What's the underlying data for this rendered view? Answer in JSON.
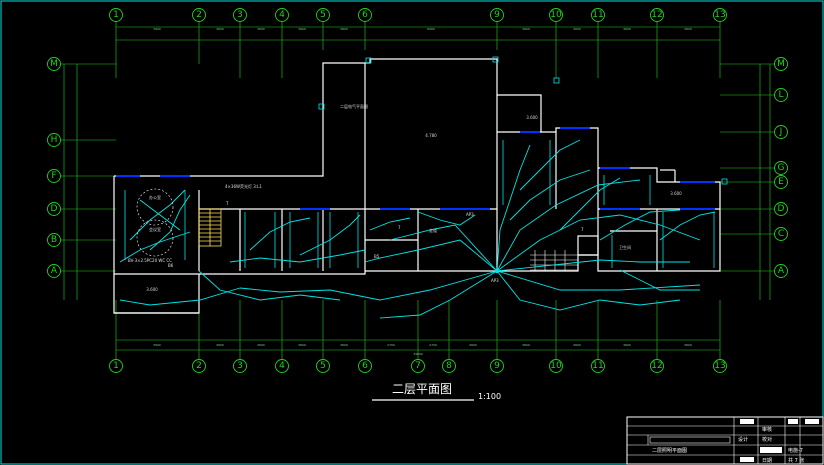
{
  "drawing": {
    "title": "二层平面图",
    "scale": "1:100",
    "grid_columns": [
      "1",
      "2",
      "3",
      "4",
      "5",
      "6",
      "9",
      "10",
      "11",
      "12",
      "13"
    ],
    "grid_columns_bottom": [
      "1",
      "2",
      "3",
      "4",
      "5",
      "6",
      "7",
      "8",
      "9",
      "10",
      "11",
      "12",
      "13"
    ],
    "grid_rows_left": [
      "M",
      "H",
      "F",
      "D",
      "B",
      "A"
    ],
    "grid_rows_right": [
      "M",
      "L",
      "J",
      "G",
      "E",
      "D",
      "C",
      "A"
    ],
    "labels": {
      "ap3": "AP3",
      "ap_bottom": "AP3",
      "room_stair_note": "T",
      "mid_7": "7",
      "right_7": "7",
      "b6": "B6",
      "b5": "B5",
      "tl_room1": "办公室",
      "tl_room2": "会议室",
      "center_room": "4.780",
      "top_room": "3.600",
      "right_small": "3.600",
      "bottom_left_room": "3.600",
      "box_label_left": "二层电气平面图",
      "ceiling_note": "4×36W荧光灯 3:L1",
      "bottom_note": "BV-3×2.5PC20 WC CC",
      "corridor": "走道",
      "wash": "卫生间"
    }
  },
  "title_block": {
    "drawing_name": "二层照明平面图",
    "scale": "1:100",
    "drawing_no": "电施-7",
    "sheet": "共 7 张",
    "design": "设计",
    "check": "校对",
    "approve": "审核",
    "date": "日期"
  },
  "colors": {
    "grid": "#1fd31f",
    "wall": "#ffffff",
    "wire": "#00e5e5",
    "accent": "#0033ff",
    "stair": "#ffe14d"
  }
}
